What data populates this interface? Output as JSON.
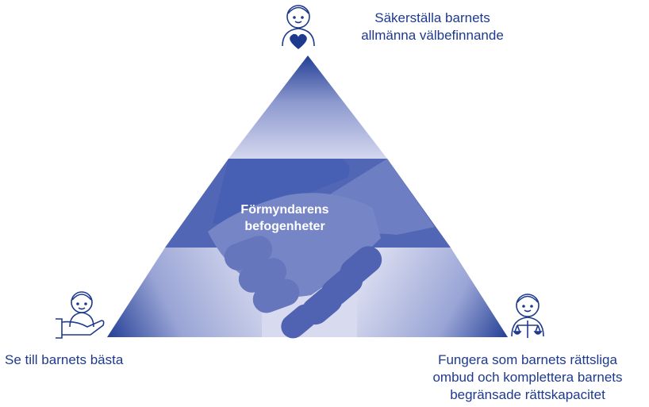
{
  "center": {
    "line1": "Förmyndarens",
    "line2": "befogenheter"
  },
  "corners": {
    "top": {
      "line1": "Säkerställa barnets",
      "line2": "allmänna välbefinnande",
      "icon": "child-with-heart-icon"
    },
    "left": {
      "line1": "Se till barnets bästa",
      "icon": "child-in-hand-icon"
    },
    "right": {
      "line1": "Fungera som barnets rättsliga",
      "line2": "ombud och komplettera barnets",
      "line3": "begränsade rättskapacitet",
      "icon": "child-with-scales-icon"
    }
  },
  "colors": {
    "dark_blue": "#1e3a8f",
    "mid_blue": "#4b5fb0",
    "light_lavender": "#d8dbef",
    "hand_blue": "#6f7fc0"
  }
}
